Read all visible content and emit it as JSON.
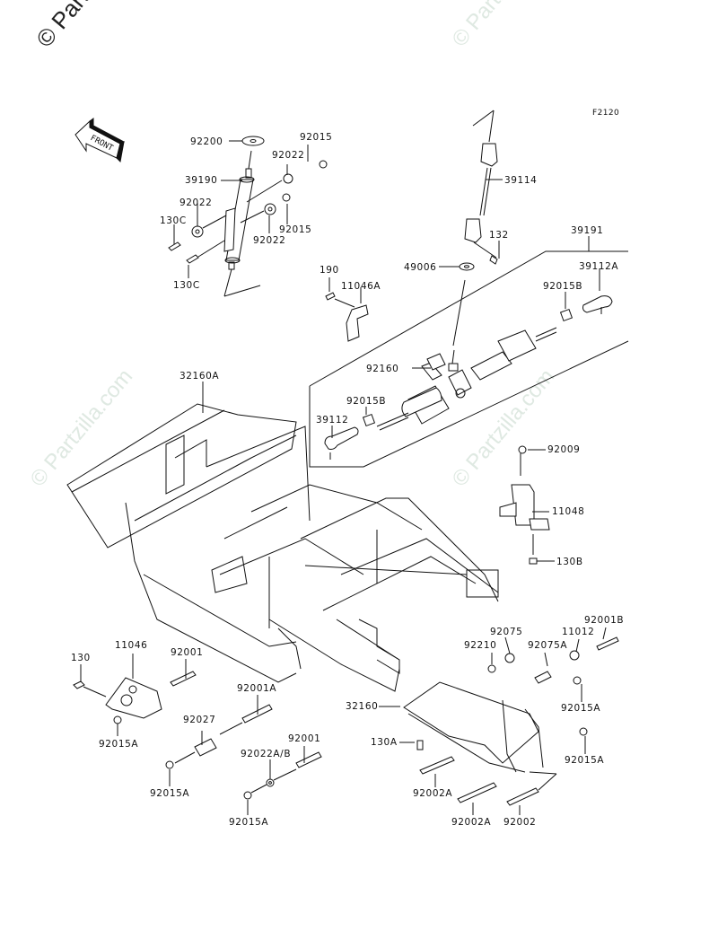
{
  "diagram": {
    "title_code": "F2120",
    "front_arrow_label": "FRONT",
    "watermarks": [
      {
        "id": "wm-top-left",
        "text": "© Partzilla.com",
        "tone": "dark"
      },
      {
        "id": "wm-top-right",
        "text": "© Partzilla.com",
        "tone": "light"
      },
      {
        "id": "wm-mid-left",
        "text": "© Partzilla.com",
        "tone": "light"
      },
      {
        "id": "wm-mid-right",
        "text": "© Partzilla.com",
        "tone": "light"
      }
    ],
    "colors": {
      "line": "#111111",
      "watermark_dark": "#222222",
      "watermark_light": "#dfe9e2",
      "background": "#ffffff"
    },
    "groups": {
      "steering_column": [
        "92200",
        "92015",
        "92022",
        "39190",
        "92022",
        "130C",
        "92015",
        "92022",
        "130C"
      ],
      "steering_shaft": [
        "39114",
        "132",
        "49006"
      ],
      "steering_rack_assembly": [
        "39191",
        "39112A",
        "92015B",
        "92160",
        "92015B",
        "39112"
      ],
      "bracket_clamp": [
        "190",
        "11046A"
      ],
      "frame": [
        "32160A"
      ],
      "rack_bracket": [
        "92009",
        "11048",
        "130B"
      ],
      "engine_mount_left": [
        "130",
        "11046",
        "92001",
        "92015A"
      ],
      "engine_mount_bolts": [
        "92001A",
        "92027",
        "92015A",
        "92001",
        "92022A/B",
        "92015A"
      ],
      "rear_subframe": [
        "92075",
        "92210",
        "92075A",
        "11012",
        "92001B",
        "32160",
        "92015A",
        "130A",
        "92015A",
        "92002A",
        "92002A",
        "92002"
      ]
    },
    "labels": {
      "l92200": "92200",
      "l92015_top": "92015",
      "l92022_top": "92022",
      "l39190": "39190",
      "l92022_left": "92022",
      "l130C_top": "130C",
      "l92015_mid": "92015",
      "l92022_mid": "92022",
      "l130C_bot": "130C",
      "l39114": "39114",
      "l132": "132",
      "l39191": "39191",
      "l49006": "49006",
      "l39112A": "39112A",
      "l190": "190",
      "l11046A": "11046A",
      "l92015B_right": "92015B",
      "l92160": "92160",
      "l92015B_left": "92015B",
      "l39112": "39112",
      "l32160A": "32160A",
      "l92009": "92009",
      "l11048": "11048",
      "l130B": "130B",
      "l130": "130",
      "l11046": "11046",
      "l92001_left": "92001",
      "l92015A_left": "92015A",
      "l92001A": "92001A",
      "l92027": "92027",
      "l92015A_mid": "92015A",
      "l92001_mid": "92001",
      "l92022AB": "92022A/B",
      "l92015A_bot": "92015A",
      "l92075": "92075",
      "l92210": "92210",
      "l92075A": "92075A",
      "l11012": "11012",
      "l92001B": "92001B",
      "l32160": "32160",
      "l92015A_right1": "92015A",
      "l130A": "130A",
      "l92015A_right2": "92015A",
      "l92002A_1": "92002A",
      "l92002A_2": "92002A",
      "l92002": "92002"
    }
  }
}
